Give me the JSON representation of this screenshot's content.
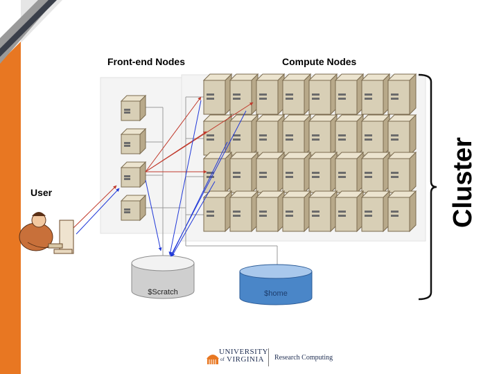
{
  "labels": {
    "front_end": "Front-end Nodes",
    "compute": "Compute Nodes",
    "user": "User",
    "cluster": "Cluster",
    "scratch": "$Scratch",
    "home": "$home"
  },
  "logo": {
    "university_line1": "UNIVERSITY",
    "university_line2": "VIRGINIA",
    "of": "of",
    "department": "Research Computing"
  },
  "colors": {
    "accent": "#e87722",
    "server": "#d8cfb6",
    "home_disk": "#4a86c8",
    "scratch_disk": "#c8c8c8",
    "arrow_red": "#c0392b",
    "arrow_blue": "#2038d8"
  }
}
